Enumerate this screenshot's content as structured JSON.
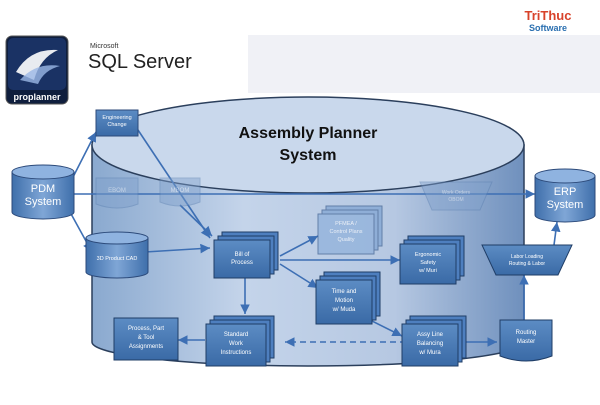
{
  "branding": {
    "trithuc_line1": "TriThuc",
    "trithuc_line2": "Software",
    "microsoft": "Microsoft",
    "sql_server": "SQL Server",
    "proplanner": "proplanner"
  },
  "diagram": {
    "title_line1": "Assembly Planner",
    "title_line2": "System",
    "pdm": [
      "PDM",
      "System"
    ],
    "erp": [
      "ERP",
      "System"
    ],
    "engineering": [
      "Engineering",
      "Change"
    ],
    "ebom": "EBOM",
    "mbom": "MBOM",
    "product_cad": "3D Product CAD",
    "work_orders": [
      "Work Orders",
      "OBOM"
    ],
    "bill_of_process": [
      "Bill of",
      "Process"
    ],
    "pfmea": [
      "PFMEA /",
      "Control Plans",
      "Quality"
    ],
    "ergonomic": [
      "Ergonomic",
      "Safety",
      "w/ Muri"
    ],
    "time_motion": [
      "Time and",
      "Motion",
      "w/ Muda"
    ],
    "labor": [
      "Labor Loading",
      "Routing & Labor"
    ],
    "process_part_tool": [
      "Process, Part",
      "& Tool",
      "Assignments"
    ],
    "standard_work": [
      "Standard",
      "Work",
      "Instructions"
    ],
    "assy_line": [
      "Assy Line",
      "Balancing",
      "w/ Mura"
    ],
    "routing_master": [
      "Routing",
      "Master"
    ]
  }
}
